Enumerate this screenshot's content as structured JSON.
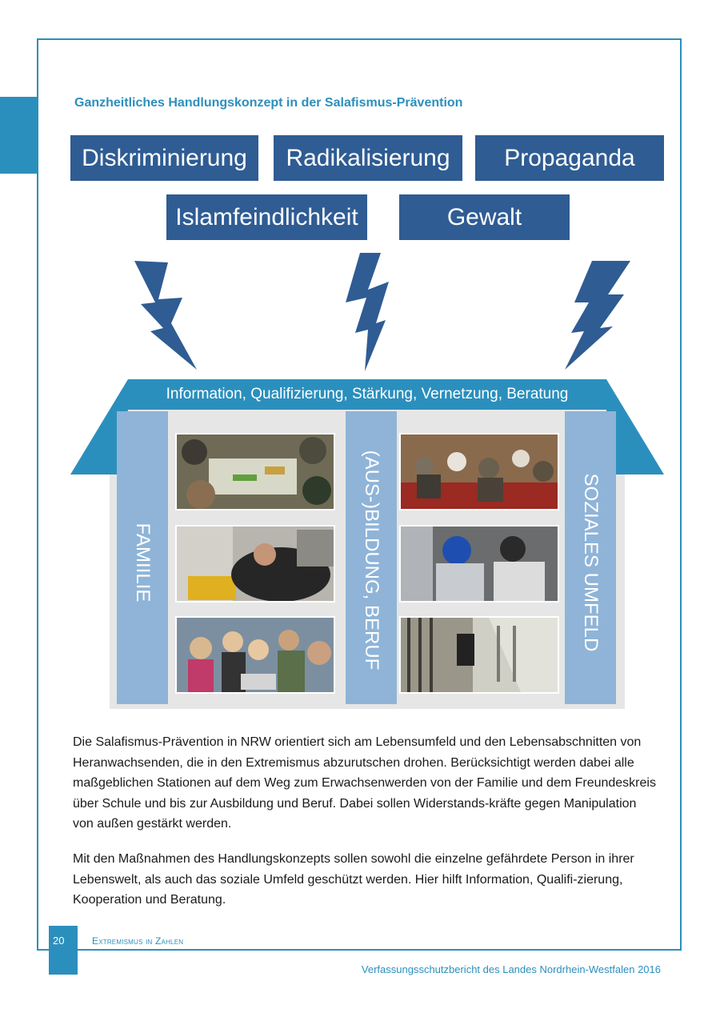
{
  "section_title": "Ganzheitliches Handlungskonzept in der Salafismus-Prävention",
  "threats": [
    "Diskriminierung",
    "Radikalisierung",
    "Propaganda",
    "Islamfeindlichkeit",
    "Gewalt"
  ],
  "roof_label": "Information, Qualifizierung, Stärkung, Vernetzung, Beratung",
  "pillars": [
    "FAMIILIE",
    "(AUS-)BILDUNG, BERUF",
    "SOZIALES UMFELD"
  ],
  "paragraphs": [
    "Die Salafismus-Prävention in NRW orientiert sich am Lebensumfeld und den Lebensabschnitten von Heranwachsenden, die in den Extremismus abzurutschen drohen. Berücksichtigt werden dabei alle maßgeblichen Stationen auf dem Weg zum Erwachsenwerden von der Familie und dem Freundeskreis über Schule und bis zur Ausbildung und Beruf. Dabei sollen Widerstands-kräfte gegen Manipulation von außen gestärkt werden.",
    "Mit den Maßnahmen des Handlungskonzepts sollen sowohl die einzelne gefährdete Person in ihrer Lebenswelt, als auch das soziale Umfeld geschützt werden. Hier hilft Information, Qualifi-zierung, Kooperation und Beratung."
  ],
  "footer": {
    "page_number": "20",
    "running_head": "Extremismus in Zahlen",
    "publication": "Verfassungsschutzbericht des Landes Nordrhein-Westfalen 2016"
  },
  "colors": {
    "accent": "#2b8fbd",
    "box_blue": "#2f5c93",
    "pillar": "#8fb4d8",
    "house_bg": "#e6e6e6"
  }
}
